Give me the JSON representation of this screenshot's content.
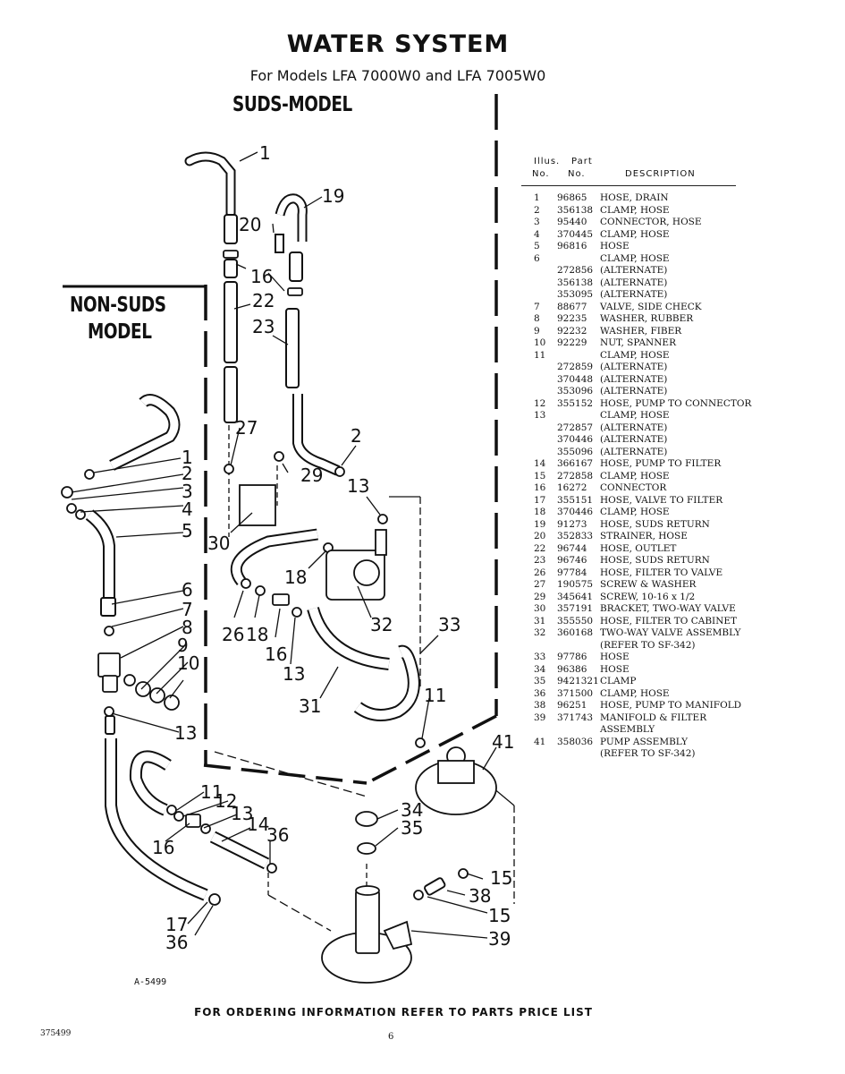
{
  "header": {
    "title": "WATER SYSTEM",
    "subtitle": "For Models LFA 7000W0 and LFA 7005W0"
  },
  "diagram": {
    "suds_label": "SUDS-MODEL",
    "nonsuds_line1": "NON-SUDS",
    "nonsuds_line2": "MODEL",
    "callouts": [
      "1",
      "19",
      "20",
      "16",
      "22",
      "23",
      "27",
      "2",
      "29",
      "13",
      "1",
      "2",
      "3",
      "4",
      "5",
      "30",
      "18",
      "6",
      "7",
      "8",
      "9",
      "10",
      "26",
      "18",
      "16",
      "13",
      "32",
      "33",
      "31",
      "11",
      "13",
      "41",
      "11",
      "12",
      "13",
      "14",
      "36",
      "34",
      "35",
      "16",
      "15",
      "38",
      "15",
      "17",
      "36",
      "39"
    ],
    "figure_id": "A-5499"
  },
  "parts_list": {
    "headers": {
      "illus_top": "Illus.",
      "part_top": "Part",
      "illus_no": "No.",
      "part_no": "No.",
      "description": "DESCRIPTION"
    },
    "rows": [
      [
        "1",
        "96865",
        "HOSE, DRAIN"
      ],
      [
        "2",
        "356138",
        "CLAMP, HOSE"
      ],
      [
        "3",
        "95440",
        "CONNECTOR, HOSE"
      ],
      [
        "4",
        "370445",
        "CLAMP, HOSE"
      ],
      [
        "5",
        "96816",
        "HOSE"
      ],
      [
        "6",
        "",
        "CLAMP, HOSE"
      ],
      [
        "",
        "272856",
        "(ALTERNATE)"
      ],
      [
        "",
        "356138",
        "(ALTERNATE)"
      ],
      [
        "",
        "353095",
        "(ALTERNATE)"
      ],
      [
        "7",
        "88677",
        "VALVE, SIDE CHECK"
      ],
      [
        "8",
        "92235",
        "WASHER, RUBBER"
      ],
      [
        "9",
        "92232",
        "WASHER, FIBER"
      ],
      [
        "10",
        "92229",
        "NUT, SPANNER"
      ],
      [
        "11",
        "",
        "CLAMP, HOSE"
      ],
      [
        "",
        "272859",
        "(ALTERNATE)"
      ],
      [
        "",
        "370448",
        "(ALTERNATE)"
      ],
      [
        "",
        "353096",
        "(ALTERNATE)"
      ],
      [
        "12",
        "355152",
        "HOSE, PUMP TO CONNECTOR"
      ],
      [
        "13",
        "",
        "CLAMP, HOSE"
      ],
      [
        "",
        "272857",
        "(ALTERNATE)"
      ],
      [
        "",
        "370446",
        "(ALTERNATE)"
      ],
      [
        "",
        "355096",
        "(ALTERNATE)"
      ],
      [
        "14",
        "366167",
        "HOSE, PUMP TO FILTER"
      ],
      [
        "15",
        "272858",
        "CLAMP, HOSE"
      ],
      [
        "16",
        "16272",
        "CONNECTOR"
      ],
      [
        "17",
        "355151",
        "HOSE, VALVE TO FILTER"
      ],
      [
        "18",
        "370446",
        "CLAMP, HOSE"
      ],
      [
        "19",
        "91273",
        "HOSE, SUDS RETURN"
      ],
      [
        "20",
        "352833",
        "STRAINER, HOSE"
      ],
      [
        "22",
        "96744",
        "HOSE, OUTLET"
      ],
      [
        "23",
        "96746",
        "HOSE, SUDS RETURN"
      ],
      [
        "26",
        "97784",
        "HOSE, FILTER TO VALVE"
      ],
      [
        "27",
        "190575",
        "SCREW & WASHER"
      ],
      [
        "29",
        "345641",
        "SCREW, 10-16 x 1/2"
      ],
      [
        "30",
        "357191",
        "BRACKET, TWO-WAY VALVE"
      ],
      [
        "31",
        "355550",
        "HOSE, FILTER TO CABINET"
      ],
      [
        "32",
        "360168",
        "TWO-WAY VALVE ASSEMBLY"
      ],
      [
        "",
        "",
        "(REFER TO SF-342)"
      ],
      [
        "33",
        "97786",
        "HOSE"
      ],
      [
        "34",
        "96386",
        "HOSE"
      ],
      [
        "35",
        "9421321",
        "CLAMP"
      ],
      [
        "36",
        "371500",
        "CLAMP, HOSE"
      ],
      [
        "38",
        "96251",
        "HOSE, PUMP TO MANIFOLD"
      ],
      [
        "39",
        "371743",
        "MANIFOLD & FILTER"
      ],
      [
        "",
        "",
        "ASSEMBLY"
      ],
      [
        "41",
        "358036",
        "PUMP ASSEMBLY"
      ],
      [
        "",
        "",
        "(REFER TO SF-342)"
      ]
    ]
  },
  "footer": {
    "ordering_note": "FOR ORDERING INFORMATION REFER TO PARTS PRICE LIST",
    "doc_number": "375499",
    "page_number": "6"
  }
}
